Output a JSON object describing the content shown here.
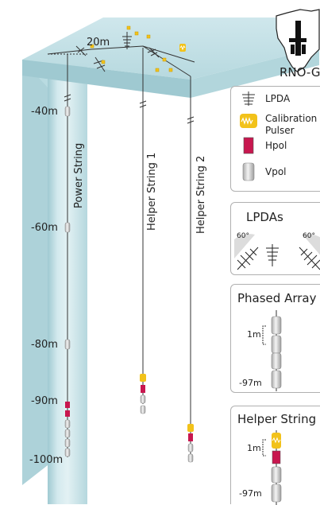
{
  "surface": {
    "spacing_label": "20m"
  },
  "logo": {
    "text": "RNO-G"
  },
  "depths": [
    "-40m",
    "-60m",
    "-80m",
    "-90m",
    "-100m"
  ],
  "strings": {
    "power": "Power String",
    "helper1": "Helper String 1",
    "helper2": "Helper String 2"
  },
  "legend": {
    "lpda": "LPDA",
    "calib_line1": "Calibration",
    "calib_line2": "Pulser",
    "hpol": "Hpol",
    "vpol": "Vpol"
  },
  "lpdas_panel": {
    "title": "LPDAs",
    "angle_left": "60°",
    "angle_right": "60°"
  },
  "phased_panel": {
    "title": "Phased Array",
    "spacing": "1m",
    "depth": "-97m"
  },
  "helper_panel": {
    "title": "Helper String",
    "spacing": "1m",
    "depth": "-97m"
  },
  "colors": {
    "ice": "#a9cfd6",
    "hpol": "#c8174f",
    "calibration": "#f2c21a",
    "vpol": "#d5d5d5"
  }
}
